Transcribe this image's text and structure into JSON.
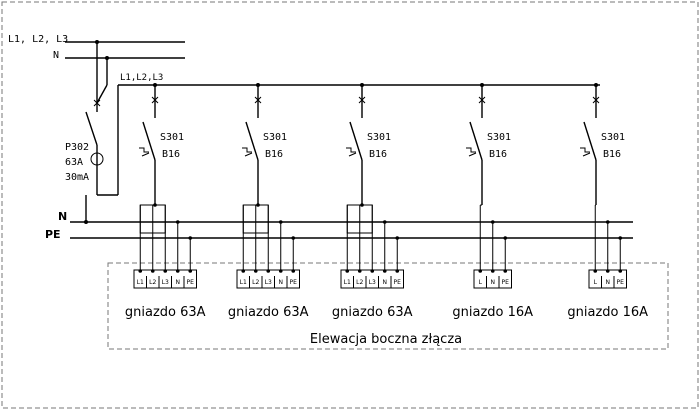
{
  "supply_lines_label": "L1, L2, L3",
  "supply_neutral_label": "N",
  "bus_label": "L1,L2,L3",
  "rcd": {
    "model": "P302",
    "rating": "63A",
    "sensitivity": "30mA"
  },
  "neutral_bus_label": "N",
  "pe_bus_label": "PE",
  "breakers": [
    {
      "model": "S301",
      "rating": "B16"
    },
    {
      "model": "S301",
      "rating": "B16"
    },
    {
      "model": "S301",
      "rating": "B16"
    },
    {
      "model": "S301",
      "rating": "B16"
    },
    {
      "model": "S301",
      "rating": "B16"
    }
  ],
  "sockets": [
    {
      "caption": "gniazdo 63A",
      "terminals": [
        "L1",
        "L2",
        "L3",
        "N",
        "PE"
      ]
    },
    {
      "caption": "gniazdo 63A",
      "terminals": [
        "L1",
        "L2",
        "L3",
        "N",
        "PE"
      ]
    },
    {
      "caption": "gniazdo 63A",
      "terminals": [
        "L1",
        "L2",
        "L3",
        "N",
        "PE"
      ]
    },
    {
      "caption": "gniazdo 16A",
      "terminals": [
        "L",
        "N",
        "PE"
      ]
    },
    {
      "caption": "gniazdo 16A",
      "terminals": [
        "L",
        "N",
        "PE"
      ]
    }
  ],
  "panel_caption": "Elewacja boczna złącza"
}
